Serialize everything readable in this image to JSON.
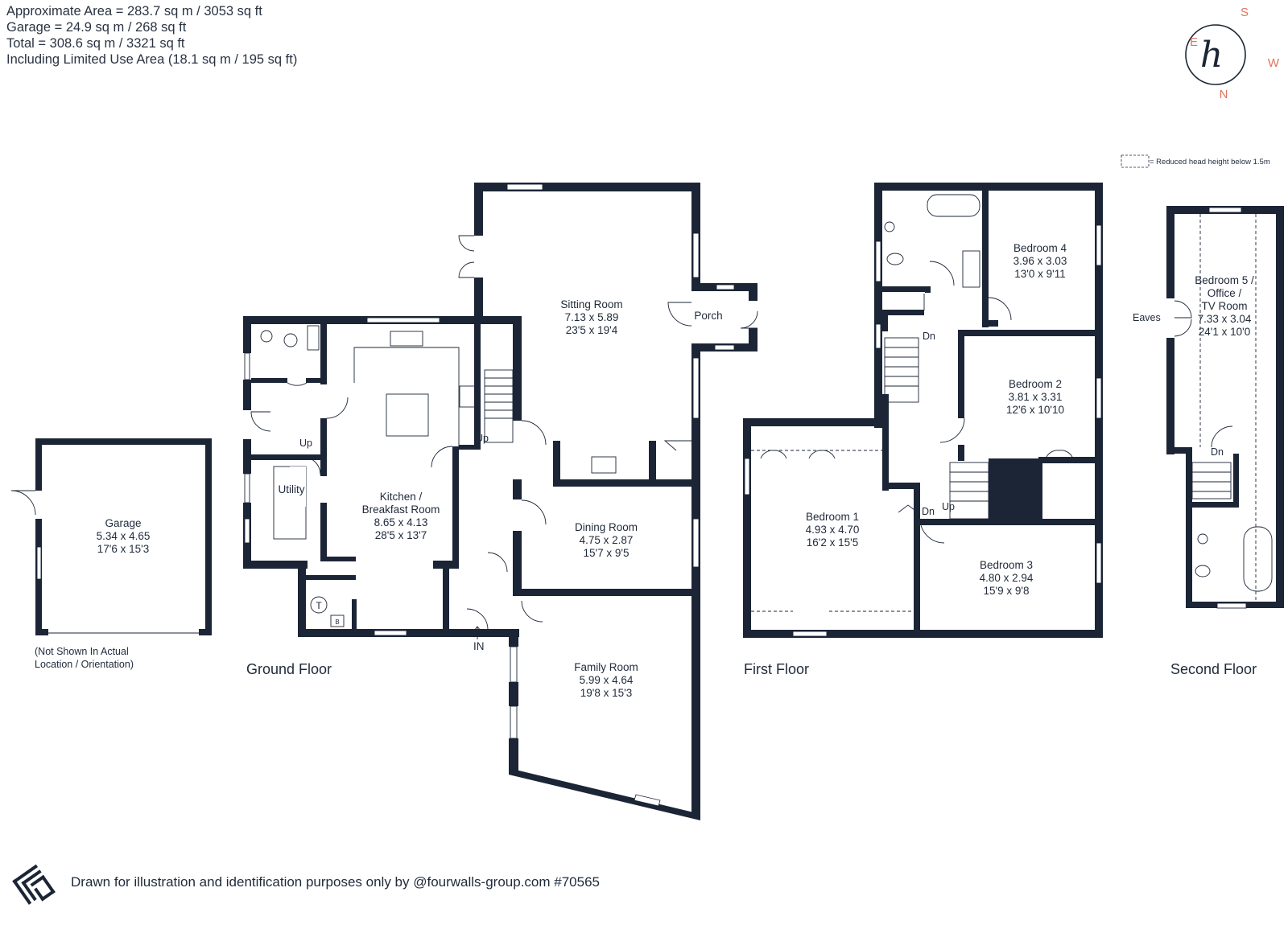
{
  "areas": {
    "approx": "Approximate Area = 283.7 sq m / 3053 sq ft",
    "garage": "Garage = 24.9 sq m / 268 sq ft",
    "total": "Total = 308.6 sq m / 3321 sq ft",
    "limited": "Including Limited Use Area (18.1 sq m / 195 sq ft)"
  },
  "compass": {
    "s": "S",
    "w": "W",
    "n": "N",
    "e": "E",
    "logo_letter": "h"
  },
  "legend": {
    "text": "= Reduced head height below 1.5m"
  },
  "floors": {
    "ground": "Ground Floor",
    "first": "First Floor",
    "second": "Second Floor"
  },
  "rooms": {
    "garage": {
      "name": "Garage",
      "m": "5.34 x 4.65",
      "ft": "17'6 x 15'3"
    },
    "garage_note": {
      "line1": "(Not Shown In Actual",
      "line2": "Location / Orientation)"
    },
    "sitting": {
      "name": "Sitting Room",
      "m": "7.13 x 5.89",
      "ft": "23'5 x 19'4"
    },
    "porch": {
      "name": "Porch"
    },
    "kitchen": {
      "name1": "Kitchen /",
      "name2": "Breakfast Room",
      "m": "8.65 x 4.13",
      "ft": "28'5 x 13'7"
    },
    "utility": {
      "name": "Utility"
    },
    "dining": {
      "name": "Dining Room",
      "m": "4.75 x 2.87",
      "ft": "15'7 x 9'5"
    },
    "family": {
      "name": "Family Room",
      "m": "5.99 x 4.64",
      "ft": "19'8 x 15'3"
    },
    "bed1": {
      "name": "Bedroom 1",
      "m": "4.93 x 4.70",
      "ft": "16'2 x 15'5"
    },
    "bed2": {
      "name": "Bedroom 2",
      "m": "3.81 x 3.31",
      "ft": "12'6 x 10'10"
    },
    "bed3": {
      "name": "Bedroom 3",
      "m": "4.80 x 2.94",
      "ft": "15'9 x 9'8"
    },
    "bed4": {
      "name": "Bedroom 4",
      "m": "3.96 x 3.03",
      "ft": "13'0 x 9'11"
    },
    "bed5": {
      "name1": "Bedroom 5 /",
      "name2": "Office /",
      "name3": "TV Room",
      "m": "7.33 x 3.04",
      "ft": "24'1 x 10'0"
    }
  },
  "labels": {
    "up": "Up",
    "dn": "Dn",
    "in": "IN",
    "eaves": "Eaves",
    "t": "T",
    "b": "B"
  },
  "footer": {
    "text": "Drawn for illustration and identification purposes only by @fourwalls-group.com #70565"
  }
}
